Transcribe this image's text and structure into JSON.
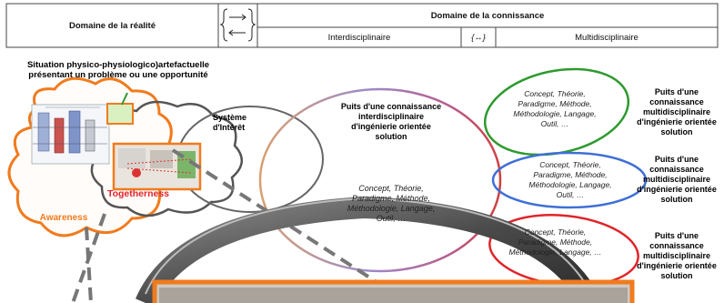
{
  "header": {
    "reality_domain": "Domaine de la réalité",
    "knowledge_domain": "Domaine de la connissance",
    "interdisciplinary": "Interdisciplinaire",
    "bidirectional_symbol": "{↔}",
    "multidisciplinary": "Multidisciplinaire"
  },
  "diagram": {
    "situation_label": "Situation physico-physiologico)artefactuelle présentant un problème ou une opportunité",
    "system_of_interest": "Système d'Intérêt",
    "togetherness": "Togetherness",
    "awareness": "Awareness",
    "inter_well_title": "Puits d'une connaissance interdisciplinaire d'ingénierie orientée solution",
    "inter_well_items": "Concept, Théorie, Paradigme, Méthode, Méthodologie, Langage, Outil, …",
    "multi_well_labels": [
      "Puits d'une connaissance multidisciplinaire d'ingénierie orientée solution",
      "Puits d'une connaissance multidisciplinaire d'ingénierie orientée solution",
      "Puits d'une connaissance multidisciplinaire d'ingénierie orientée solution"
    ],
    "multi_well_items": [
      "Concept, Théorie, Paradigme, Méthode, Méthodologie, Langage, Outil, …",
      "Concept, Théorie, Paradigme, Méthode, Méthodologie, Langage, Outil, …",
      "Concept, Théorie, Paradigme, Méthode, Méthodologie, Langage, …"
    ]
  },
  "colors": {
    "orange": "#f07b1e",
    "green": "#2e9a2e",
    "blue": "#3f6fd6",
    "red": "#e0242a",
    "grey": "#555555"
  }
}
